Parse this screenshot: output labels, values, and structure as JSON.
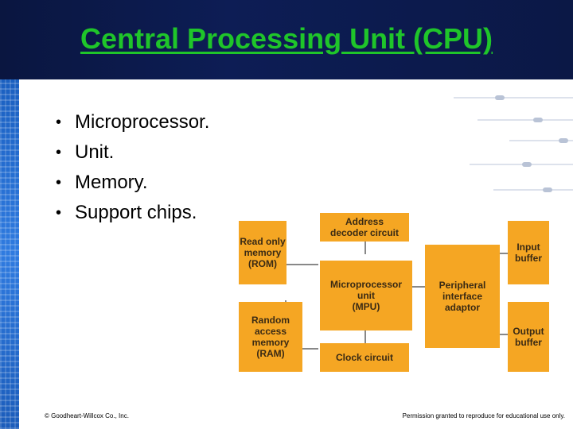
{
  "title": "Central Processing Unit (CPU)",
  "bullets": [
    "Microprocessor.",
    "Unit.",
    "Memory.",
    "Support chips."
  ],
  "diagram": {
    "rom": "Read only\nmemory\n(ROM)",
    "ram": "Random\naccess\nmemory\n(RAM)",
    "address_decoder": "Address\ndecoder circuit",
    "mpu": "Microprocessor\nunit\n(MPU)",
    "clock": "Clock circuit",
    "pia": "Peripheral\ninterface\nadaptor",
    "input_buffer": "Input\nbuffer",
    "output_buffer": "Output\nbuffer"
  },
  "footer": {
    "left": "© Goodheart-Willcox Co., Inc.",
    "right": "Permission granted to reproduce for educational use only."
  },
  "colors": {
    "title": "#1fc52a",
    "box": "#f5a623",
    "band": "#0d1d55"
  }
}
